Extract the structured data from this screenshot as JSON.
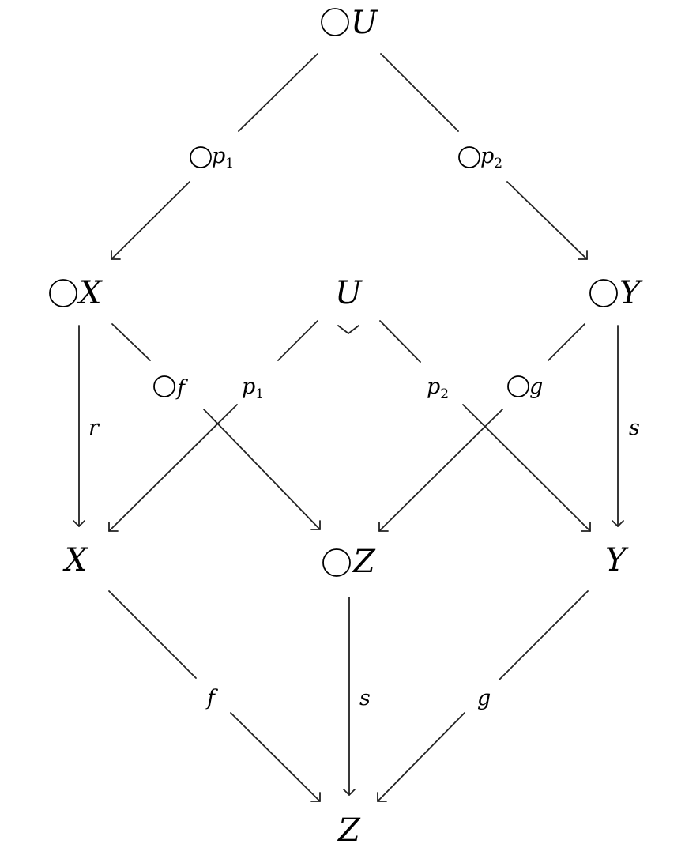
{
  "nodes": {
    "top_U": {
      "circle": true,
      "text": "U",
      "sub": ""
    },
    "mid_X": {
      "circle": true,
      "text": "X",
      "sub": ""
    },
    "mid_U": {
      "circle": false,
      "text": "U",
      "sub": ""
    },
    "mid_Y": {
      "circle": true,
      "text": "Y",
      "sub": ""
    },
    "bot_X": {
      "circle": false,
      "text": "X",
      "sub": ""
    },
    "bot_Z_circ": {
      "circle": true,
      "text": "Z",
      "sub": ""
    },
    "bot_Y": {
      "circle": false,
      "text": "Y",
      "sub": ""
    },
    "final_Z": {
      "circle": false,
      "text": "Z",
      "sub": ""
    }
  },
  "labels": {
    "circ_p1": {
      "circle": true,
      "text": "p",
      "sub": "1"
    },
    "circ_p2": {
      "circle": true,
      "text": "p",
      "sub": "2"
    },
    "circ_f": {
      "circle": true,
      "text": "f",
      "sub": ""
    },
    "p1": {
      "circle": false,
      "text": "p",
      "sub": "1"
    },
    "p2": {
      "circle": false,
      "text": "p",
      "sub": "2"
    },
    "circ_g": {
      "circle": true,
      "text": "g",
      "sub": ""
    },
    "r": {
      "circle": false,
      "text": "r",
      "sub": ""
    },
    "s_right": {
      "circle": false,
      "text": "s",
      "sub": ""
    },
    "f": {
      "circle": false,
      "text": "f",
      "sub": ""
    },
    "s_mid": {
      "circle": false,
      "text": "s",
      "sub": ""
    },
    "g": {
      "circle": false,
      "text": "g",
      "sub": ""
    }
  }
}
